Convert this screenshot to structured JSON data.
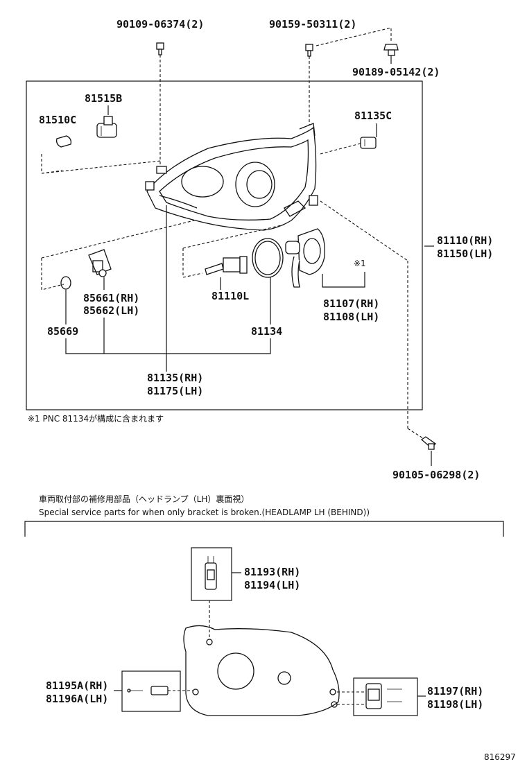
{
  "labels": {
    "p90109": "90109-06374(2)",
    "p90159": "90159-50311(2)",
    "p90189": "90189-05142(2)",
    "p81515b": "81515B",
    "p81510c": "81510C",
    "p81135c": "81135C",
    "p81110_rh": "81110(RH)",
    "p81150_lh": "81150(LH)",
    "p85661_rh": "85661(RH)",
    "p85662_lh": "85662(LH)",
    "p81110l": "81110L",
    "p81107_rh": "81107(RH)",
    "p81108_lh": "81108(LH)",
    "note_mark": "※1",
    "p85669": "85669",
    "p81134": "81134",
    "p81135_rh": "81135(RH)",
    "p81175_lh": "81175(LH)",
    "p90105": "90105-06298(2)",
    "p81193_rh": "81193(RH)",
    "p81194_lh": "81194(LH)",
    "p81195a_rh": "81195A(RH)",
    "p81196a_lh": "81196A(LH)",
    "p81197_rh": "81197(RH)",
    "p81198_lh": "81198(LH)"
  },
  "notes": {
    "footnote": "※1  PNC 81134が構成に含まれます",
    "section_jp": "車両取付部の補修用部品（ヘッドランプ（LH）裏面視）",
    "section_en": "Special service parts for when only bracket is broken.(HEADLAMP LH (BEHIND))",
    "figure_id": "816297"
  }
}
